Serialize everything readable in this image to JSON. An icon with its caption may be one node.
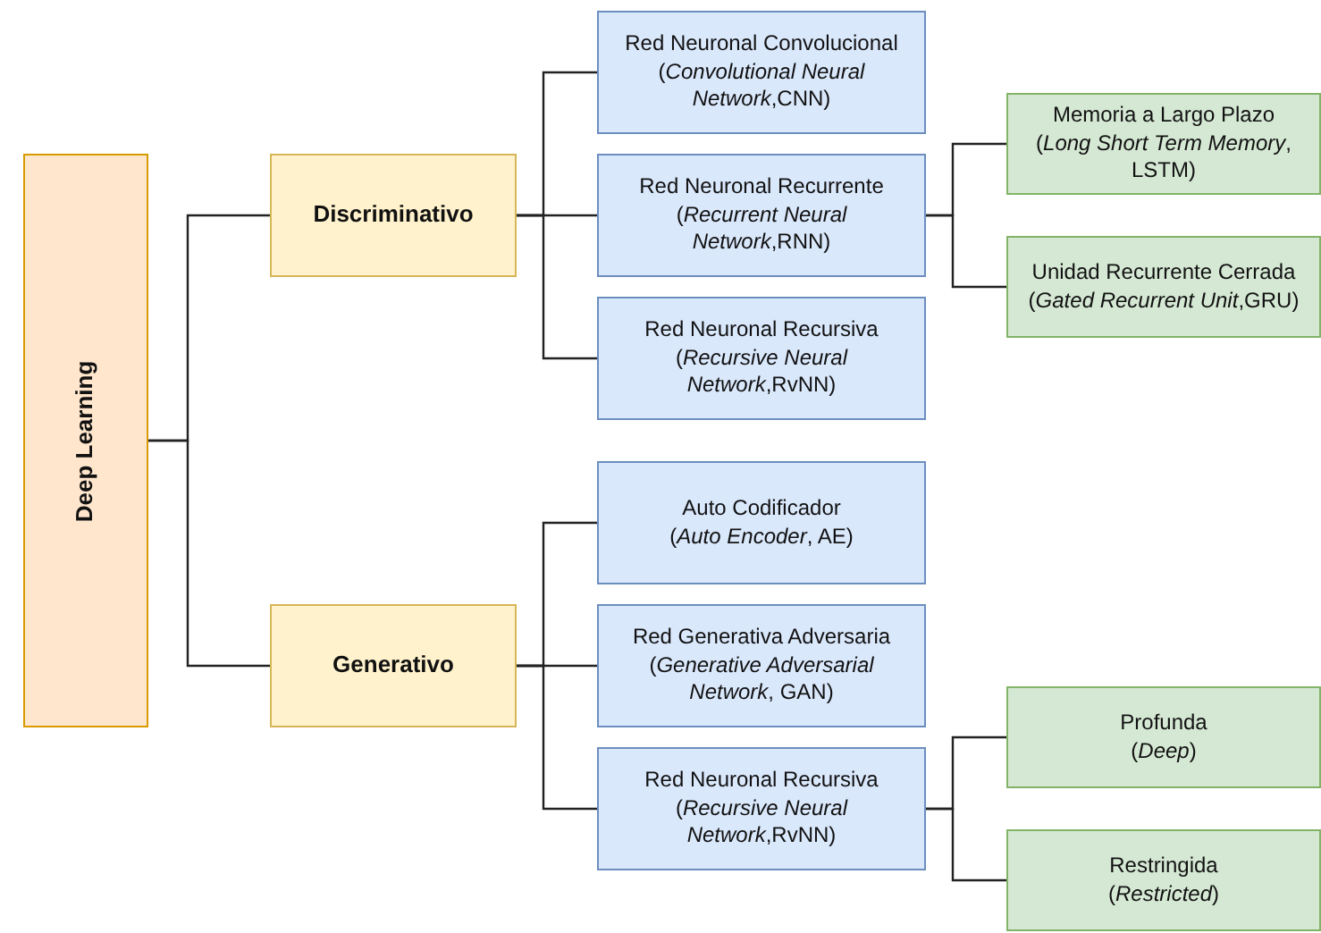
{
  "diagram": {
    "nodes": [
      {
        "text": [
          "Deep Learning"
        ]
      },
      {
        "text": [
          "Discriminativo"
        ]
      },
      {
        "text": [
          "Generativo"
        ]
      },
      {
        "text": [
          "Red Neuronal Convolucional",
          "(*Convolutional Neural Network*,CNN)"
        ]
      },
      {
        "text": [
          "Red Neuronal Recurrente",
          "(*Recurrent Neural Network*,RNN)"
        ]
      },
      {
        "text": [
          "Red Neuronal Recursiva",
          "(*Recursive Neural Network*,RvNN)"
        ]
      },
      {
        "text": [
          "Auto Codificador",
          "(*Auto Encoder*, AE)"
        ]
      },
      {
        "text": [
          "Red Generativa Adversaria",
          "(*Generative Adversarial Network*, GAN)"
        ]
      },
      {
        "text": [
          "Red Neuronal Recursiva",
          "(*Recursive Neural Network*,RvNN)"
        ]
      },
      {
        "text": [
          "Memoria a Largo Plazo",
          "(*Long Short Term Memory*, LSTM)"
        ]
      },
      {
        "text": [
          "Unidad Recurrente Cerrada",
          "(*Gated Recurrent Unit*,GRU)"
        ]
      },
      {
        "text": [
          "Profunda",
          "(*Deep*)"
        ]
      },
      {
        "text": [
          "Restringida",
          "(*Restricted*)"
        ]
      }
    ],
    "edges": [
      {
        "from": 0,
        "to": 1,
        "arrow": "none"
      },
      {
        "from": 0,
        "to": 2,
        "arrow": "none"
      },
      {
        "from": 1,
        "to": 3,
        "arrow": "none"
      },
      {
        "from": 1,
        "to": 4,
        "arrow": "none"
      },
      {
        "from": 1,
        "to": 5,
        "arrow": "none"
      },
      {
        "from": 2,
        "to": 6,
        "arrow": "none"
      },
      {
        "from": 2,
        "to": 7,
        "arrow": "none"
      },
      {
        "from": 2,
        "to": 8,
        "arrow": "none"
      },
      {
        "from": 4,
        "to": 9,
        "arrow": "none"
      },
      {
        "from": 4,
        "to": 10,
        "arrow": "none"
      },
      {
        "from": 8,
        "to": 11,
        "arrow": "none"
      },
      {
        "from": 8,
        "to": 12,
        "arrow": "none"
      }
    ]
  }
}
